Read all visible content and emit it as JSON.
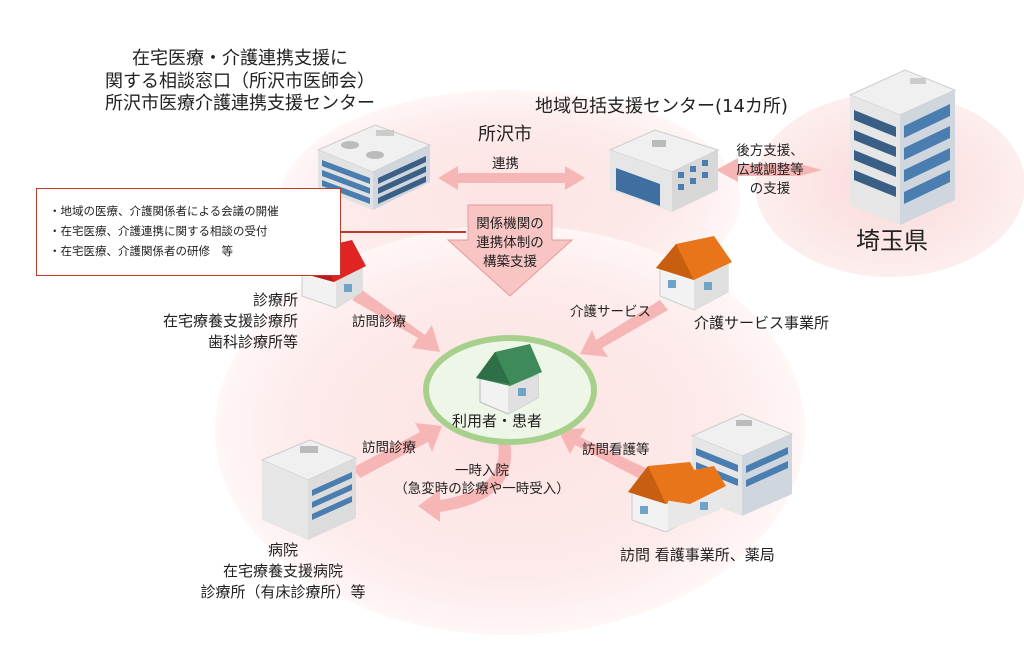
{
  "top_left_org": {
    "line1": "在宅医療・介護連携支援に",
    "line2": "関する相談窓口（所沢市医師会）",
    "line3": "所沢市医療介護連携支援センター"
  },
  "city_label": "所沢市",
  "regional_center": "地域包括支援センター(14カ所)",
  "prefecture": "埼玉県",
  "prefecture_support": {
    "line1": "後方支援、",
    "line2": "広域調整等",
    "line3": "の支援"
  },
  "collaboration_label": "連携",
  "down_arrow": {
    "line1": "関係機関の",
    "line2": "連携体制の",
    "line3": "構築支援"
  },
  "info_box": {
    "items": [
      "・地域の医療、介護関係者による会議の開催",
      "・在宅医療、介護連携に関する相談の受付",
      "・在宅医療、介護関係者の研修　等"
    ]
  },
  "clinic": {
    "line1": "診療所",
    "line2": "在宅療養支援診療所",
    "line3": "歯科診療所等"
  },
  "care_service_provider": "介護サービス事業所",
  "center_user": "利用者・患者",
  "arrows": {
    "visit_care_top": "訪問診療",
    "care_service": "介護サービス",
    "visit_care_bottom": "訪問診療",
    "visit_nursing": "訪問看護等",
    "admission_line1": "一時入院",
    "admission_line2": "（急変時の診療や一時受入）"
  },
  "hospital": {
    "line1": "病院",
    "line2": "在宅療養支援病院",
    "line3": "診療所（有床診療所）等"
  },
  "nursing_pharmacy": "訪問 看護事業所、薬局",
  "colors": {
    "circle_fill": "#fde8e8",
    "arrow": "#f6b6b6",
    "center_ring": "#a8d08d",
    "red_roof": "#e02424",
    "orange_roof": "#e8751a",
    "green_roof": "#3e8a5a",
    "box_border": "#c0392b"
  }
}
